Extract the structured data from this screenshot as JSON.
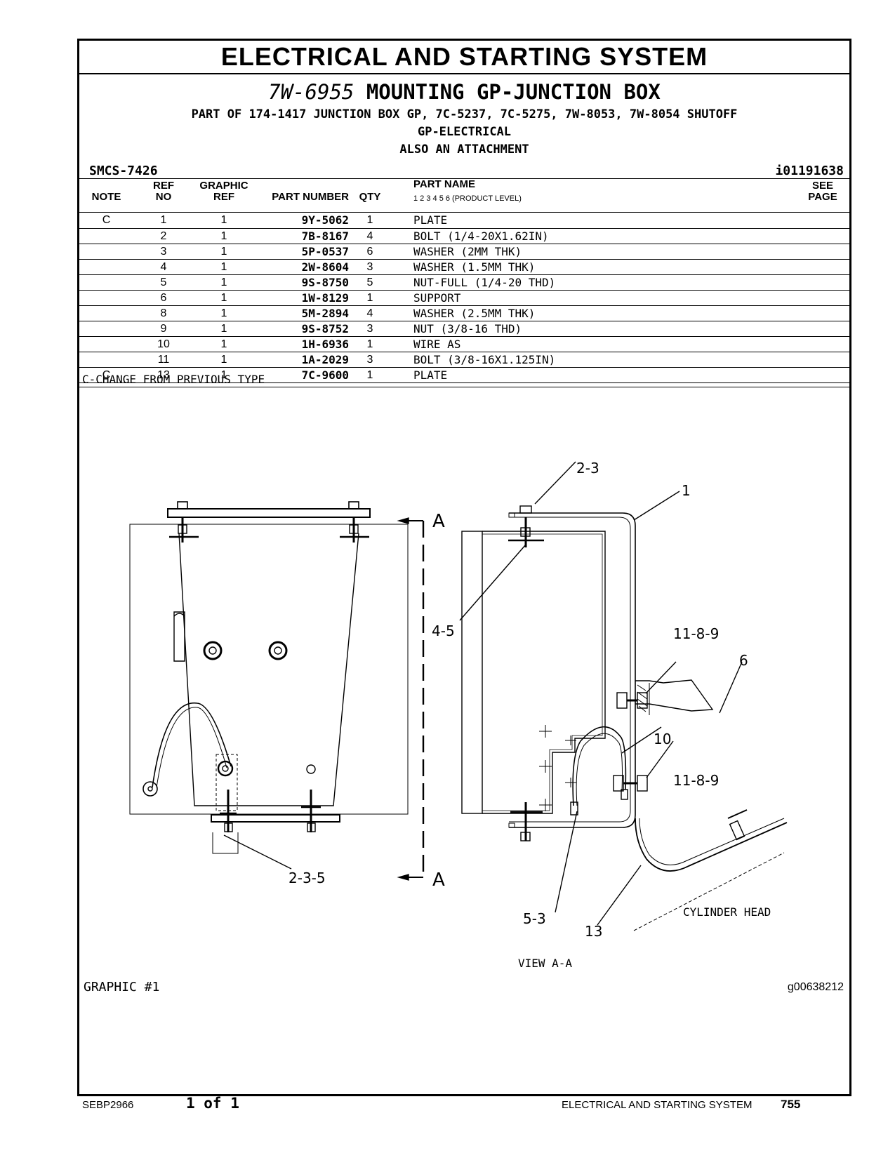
{
  "header": {
    "title": "ELECTRICAL AND STARTING SYSTEM",
    "part_number": "7W-6955",
    "group_name": "MOUNTING GP-JUNCTION BOX",
    "part_of": "PART OF 174-1417 JUNCTION BOX GP, 7C-5237, 7C-5275, 7W-8053, 7W-8054 SHUTOFF",
    "part_of_2": "GP-ELECTRICAL",
    "attachment": "ALSO AN ATTACHMENT",
    "smcs": "SMCS-7426",
    "info_id": "i01191638"
  },
  "columns": {
    "note": "NOTE",
    "ref_no_1": "REF",
    "ref_no_2": "NO",
    "graphic_ref_1": "GRAPHIC",
    "graphic_ref_2": "REF",
    "part_number": "PART NUMBER",
    "qty": "QTY",
    "part_name": "PART NAME",
    "product_level": "1   2   3   4   5   6   (PRODUCT LEVEL)",
    "see_page_1": "SEE",
    "see_page_2": "PAGE"
  },
  "parts": [
    {
      "note": "C",
      "ref": "1",
      "graphic": "1",
      "pn": "9Y-5062",
      "qty": "1",
      "name": "PLATE"
    },
    {
      "note": "",
      "ref": "2",
      "graphic": "1",
      "pn": "7B-8167",
      "qty": "4",
      "name": "BOLT (1/4-20X1.62IN)"
    },
    {
      "note": "",
      "ref": "3",
      "graphic": "1",
      "pn": "5P-0537",
      "qty": "6",
      "name": "WASHER (2MM THK)"
    },
    {
      "note": "",
      "ref": "4",
      "graphic": "1",
      "pn": "2W-8604",
      "qty": "3",
      "name": "WASHER (1.5MM THK)"
    },
    {
      "note": "",
      "ref": "5",
      "graphic": "1",
      "pn": "9S-8750",
      "qty": "5",
      "name": "NUT-FULL (1/4-20 THD)"
    },
    {
      "note": "",
      "ref": "6",
      "graphic": "1",
      "pn": "1W-8129",
      "qty": "1",
      "name": "SUPPORT"
    },
    {
      "note": "",
      "ref": "8",
      "graphic": "1",
      "pn": "5M-2894",
      "qty": "4",
      "name": "WASHER (2.5MM THK)"
    },
    {
      "note": "",
      "ref": "9",
      "graphic": "1",
      "pn": "9S-8752",
      "qty": "3",
      "name": "NUT (3/8-16 THD)"
    },
    {
      "note": "",
      "ref": "10",
      "graphic": "1",
      "pn": "1H-6936",
      "qty": "1",
      "name": "WIRE AS"
    },
    {
      "note": "",
      "ref": "11",
      "graphic": "1",
      "pn": "1A-2029",
      "qty": "3",
      "name": "BOLT (3/8-16X1.125IN)"
    },
    {
      "note": "C",
      "ref": "13",
      "graphic": "1",
      "pn": "7C-9600",
      "qty": "1",
      "name": "PLATE"
    }
  ],
  "legend": "C-CHANGE FROM PREVIOUS TYPE",
  "graphic": {
    "callout_2_3": "2-3",
    "callout_1": "1",
    "callout_4_5": "4-5",
    "callout_11_8_9_a": "11-8-9",
    "callout_6": "6",
    "callout_10": "10",
    "callout_11_8_9_b": "11-8-9",
    "callout_2_3_5": "2-3-5",
    "callout_5_3": "5-3",
    "callout_13": "13",
    "section_top": "A",
    "section_bottom": "A",
    "cylinder_head": "CYLINDER HEAD",
    "view_label": "VIEW A-A",
    "graphic_label": "GRAPHIC #1",
    "graphic_id": "g00638212"
  },
  "footer": {
    "doc": "SEBP2966",
    "page_of": "1 of 1",
    "section": "ELECTRICAL AND STARTING SYSTEM",
    "page": "755"
  }
}
